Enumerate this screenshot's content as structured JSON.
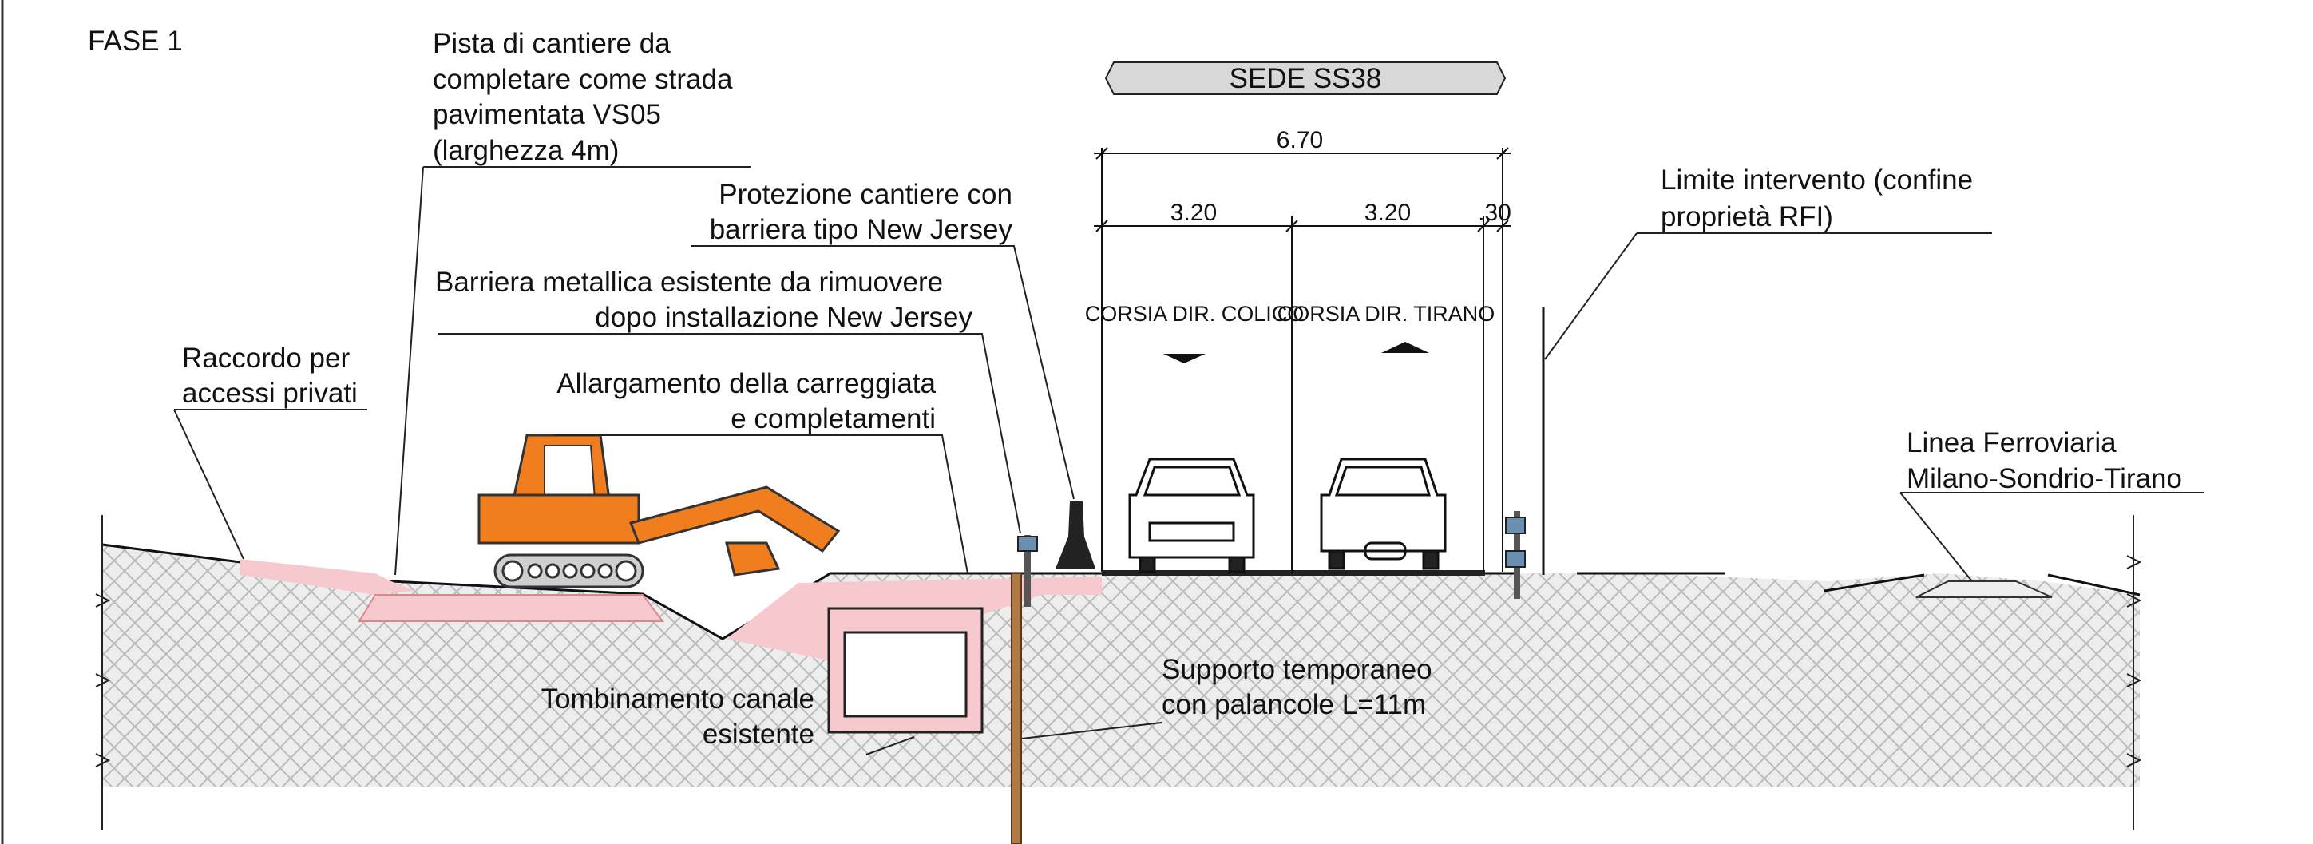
{
  "phase_title": "FASE 1",
  "road_header": "SEDE SS38",
  "dimensions": {
    "total": "6.70",
    "lane_left": "3.20",
    "lane_right": "3.20",
    "shoulder": ".30"
  },
  "lanes": {
    "left": "CORSIA DIR. COLICO",
    "right": "CORSIA DIR. TIRANO"
  },
  "labels": {
    "pista": [
      "Pista di cantiere da",
      "completare come strada",
      "pavimentata VS05",
      "(larghezza 4m)"
    ],
    "protezione": [
      "Protezione cantiere con",
      "barriera tipo New Jersey"
    ],
    "barriera": [
      "Barriera metallica esistente da rimuovere",
      "dopo installazione New Jersey"
    ],
    "raccordo": [
      "Raccordo per",
      "accessi privati"
    ],
    "allargamento": [
      "Allargamento della carreggiata",
      "e completamenti"
    ],
    "tombinamento": [
      "Tombinamento canale",
      "esistente"
    ],
    "supporto": [
      "Supporto temporaneo",
      "con palancole L=11m"
    ],
    "limite": [
      "Limite intervento (confine",
      "proprietà RFI)"
    ],
    "ferrovia": [
      "Linea Ferroviaria",
      "Milano-Sondrio-Tirano"
    ]
  },
  "colors": {
    "excavator": "#f07e1f",
    "fill_zone": "#f6c9cf",
    "ground_hatch": "#b7b7b7",
    "pile": "#b07a45"
  }
}
